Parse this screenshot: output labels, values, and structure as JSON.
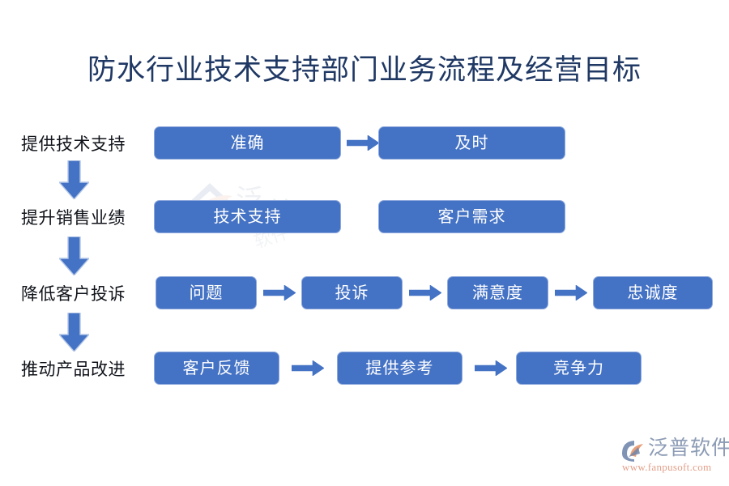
{
  "slide": {
    "title": "防水行业技术支持部门业务流程及经营目标",
    "background_color": "#FFFFFF"
  },
  "theme": {
    "node_fill": "#4472C4",
    "node_border": "#8FAADC",
    "node_text": "#FFFFFF",
    "title_color": "#1F3864",
    "label_color": "#10131A",
    "arrow_color": "#4472C4",
    "logo_text_color": "#8C9BB5",
    "logo_url_color": "#E3A08A",
    "logo_accent_color": "#E8A07C"
  },
  "rows": [
    {
      "label": "提供技术支持",
      "nodes": [
        "准确",
        "及时"
      ],
      "arrows": 1
    },
    {
      "label": "提升销售业绩",
      "nodes": [
        "技术支持",
        "客户需求"
      ],
      "arrows": 0
    },
    {
      "label": "降低客户投诉",
      "nodes": [
        "问题",
        "投诉",
        "满意度",
        "忠诚度"
      ],
      "arrows": 3
    },
    {
      "label": "推动产品改进",
      "nodes": [
        "客户反馈",
        "提供参考",
        "竞争力"
      ],
      "arrows": 2
    }
  ],
  "connectors": {
    "down_arrow_icon": "arrow-down-icon",
    "right_arrow_icon": "arrow-right-icon",
    "down_arrow_count": 3
  },
  "logo": {
    "name": "泛普软件",
    "url": "www.fanpusoft.com",
    "mark_icon": "fanpu-logo-icon"
  },
  "watermark": {
    "icon": "fanpu-watermark-icon"
  }
}
